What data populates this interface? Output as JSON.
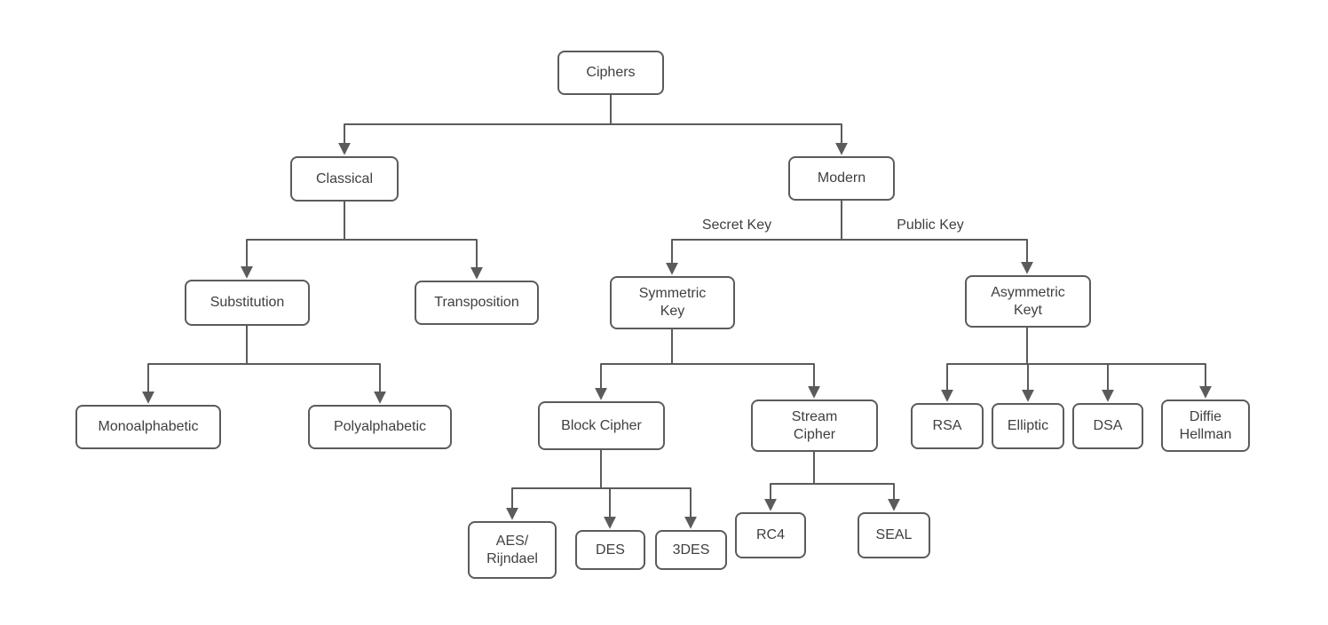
{
  "diagram": {
    "title": "Ciphers classification tree",
    "colors": {
      "box_border": "#5b5b5b",
      "connector_line": "#5b5b5b",
      "text": "#3f3f3f",
      "background": "#ffffff"
    },
    "nodes": {
      "ciphers": {
        "label": "Ciphers"
      },
      "classical": {
        "label": "Classical"
      },
      "modern": {
        "label": "Modern"
      },
      "substitution": {
        "label": "Substitution"
      },
      "transposition": {
        "label": "Transposition"
      },
      "symmetric_key": {
        "label": "Symmetric Key"
      },
      "asymmetric_keyt": {
        "label": "Asymmetric Keyt"
      },
      "monoalphabetic": {
        "label": "Monoalphabetic"
      },
      "polyalphabetic": {
        "label": "Polyalphabetic"
      },
      "block_cipher": {
        "label": "Block Cipher"
      },
      "stream_cipher": {
        "label": "Stream Cipher"
      },
      "rsa": {
        "label": "RSA"
      },
      "elliptic": {
        "label": "Elliptic"
      },
      "dsa": {
        "label": "DSA"
      },
      "diffie_hellman": {
        "label": "Diffie Hellman"
      },
      "aes_rijndael": {
        "label": "AES/ Rijndael"
      },
      "des": {
        "label": "DES"
      },
      "tdes": {
        "label": "3DES"
      },
      "rc4": {
        "label": "RC4"
      },
      "seal": {
        "label": "SEAL"
      }
    },
    "edge_labels": {
      "secret_key": "Secret Key",
      "public_key": "Public Key"
    }
  }
}
